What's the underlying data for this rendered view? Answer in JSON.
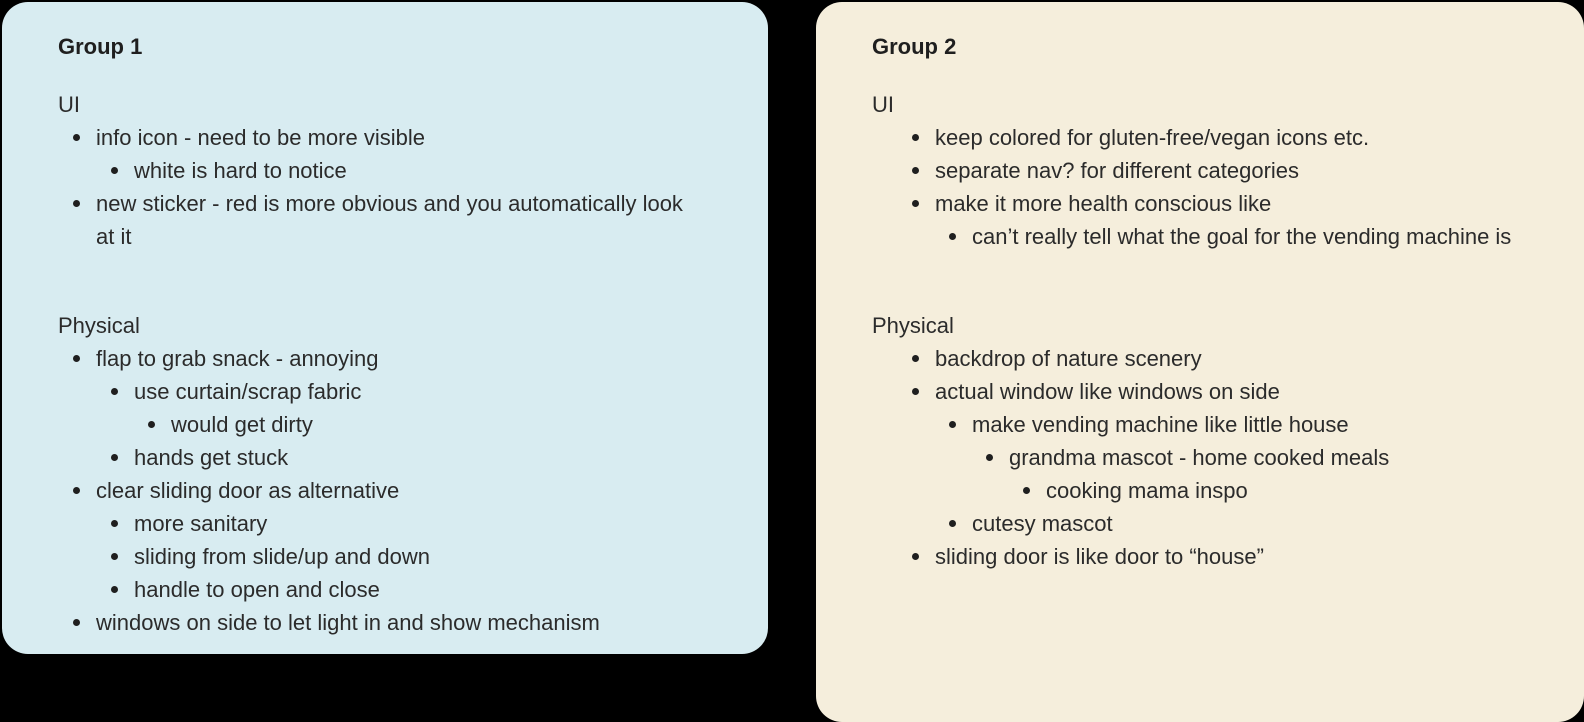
{
  "page": {
    "background_color": "#000000",
    "text_color": "#2b2b2b"
  },
  "groups": [
    {
      "title": "Group 1",
      "card_color": "#d8ecf1",
      "sections": [
        {
          "label": "UI",
          "items": [
            {
              "level": 1,
              "text": "info icon - need to be more visible"
            },
            {
              "level": 2,
              "text": "white is hard to notice"
            },
            {
              "level": 1,
              "text": "new sticker - red is more obvious and you automatically look at it"
            }
          ]
        },
        {
          "label": "Physical",
          "items": [
            {
              "level": 1,
              "text": "flap to grab snack - annoying"
            },
            {
              "level": 2,
              "text": "use curtain/scrap fabric"
            },
            {
              "level": 3,
              "text": "would get dirty"
            },
            {
              "level": 2,
              "text": "hands get stuck"
            },
            {
              "level": 1,
              "text": "clear sliding door as alternative"
            },
            {
              "level": 2,
              "text": "more sanitary"
            },
            {
              "level": 2,
              "text": "sliding from slide/up and down"
            },
            {
              "level": 2,
              "text": "handle to open and close"
            },
            {
              "level": 1,
              "text": "windows on side to let light in and show mechanism"
            }
          ]
        }
      ]
    },
    {
      "title": "Group 2",
      "card_color": "#f5eedc",
      "sections": [
        {
          "label": "UI",
          "items": [
            {
              "level": 1,
              "text": "keep colored for gluten-free/vegan icons etc."
            },
            {
              "level": 1,
              "text": "separate nav? for different categories"
            },
            {
              "level": 1,
              "text": "make it more health conscious like"
            },
            {
              "level": 2,
              "text": "can’t really tell what the goal for the vending machine is"
            }
          ]
        },
        {
          "label": "Physical",
          "items": [
            {
              "level": 1,
              "text": "backdrop of nature scenery"
            },
            {
              "level": 1,
              "text": "actual window like windows on side"
            },
            {
              "level": 2,
              "text": "make vending machine like little house"
            },
            {
              "level": 3,
              "text": "grandma mascot - home cooked meals"
            },
            {
              "level": 4,
              "text": "cooking mama inspo"
            },
            {
              "level": 2,
              "text": "cutesy mascot"
            },
            {
              "level": 1,
              "text": "sliding door is like door to “house”"
            }
          ]
        }
      ]
    }
  ]
}
